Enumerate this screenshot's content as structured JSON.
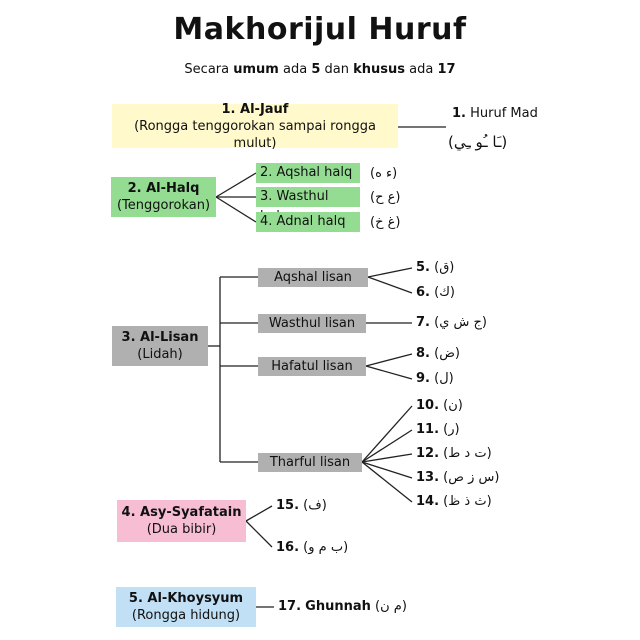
{
  "title": "Makhorijul Huruf",
  "subtitle": {
    "pre": "Secara",
    "umum": "umum",
    "mid1": "ada",
    "n1": "5",
    "mid2": "dan",
    "khusus": "khusus",
    "mid3": "ada",
    "n2": "17"
  },
  "main": [
    {
      "title": "1. Al-Jauf",
      "desc": "(Rongga tenggorokan sampai rongga mulut)"
    },
    {
      "title": "2. Al-Halq",
      "desc": "(Tenggorokan)"
    },
    {
      "title": "3. Al-Lisan",
      "desc": "(Lidah)"
    },
    {
      "title": "4. Asy-Syafatain",
      "desc": "(Dua bibir)"
    },
    {
      "title": "5. Al-Khoysyum",
      "desc": "(Rongga hidung)"
    }
  ],
  "halq_sub": [
    {
      "label": "2. Aqshal halq",
      "letters": "(ء ه)"
    },
    {
      "label": "3. Wasthul halq",
      "letters": "(ع ح)"
    },
    {
      "label": "4. Adnal halq",
      "letters": "(غ خ)"
    }
  ],
  "lisan_sub": [
    "Aqshal lisan",
    "Wasthul lisan",
    "Hafatul lisan",
    "Tharful lisan"
  ],
  "jauf_item": {
    "num": "1.",
    "label": "Huruf Mad",
    "letters": "(ـَا ـُو ـِي)"
  },
  "items": [
    {
      "num": "5.",
      "letters": "(ق)"
    },
    {
      "num": "6.",
      "letters": "(ك)"
    },
    {
      "num": "7.",
      "letters": "(ج ش ي)"
    },
    {
      "num": "8.",
      "letters": "(ض)"
    },
    {
      "num": "9.",
      "letters": "(ل)"
    },
    {
      "num": "10.",
      "letters": "(ن)"
    },
    {
      "num": "11.",
      "letters": "(ر)"
    },
    {
      "num": "12.",
      "letters": "(ت د ط)"
    },
    {
      "num": "13.",
      "letters": "(س ز ص)"
    },
    {
      "num": "14.",
      "letters": "(ث ذ ظ)"
    },
    {
      "num": "15.",
      "letters": "(ف)"
    },
    {
      "num": "16.",
      "letters": "(ب م و)"
    },
    {
      "num": "17.",
      "label": "Ghunnah",
      "letters": "(م ن)"
    }
  ],
  "colors": {
    "yellow": "#fff9cc",
    "green": "#93dc91",
    "gray": "#b0b0b0",
    "pink": "#f7bdd3",
    "blue": "#c1e0f5"
  }
}
